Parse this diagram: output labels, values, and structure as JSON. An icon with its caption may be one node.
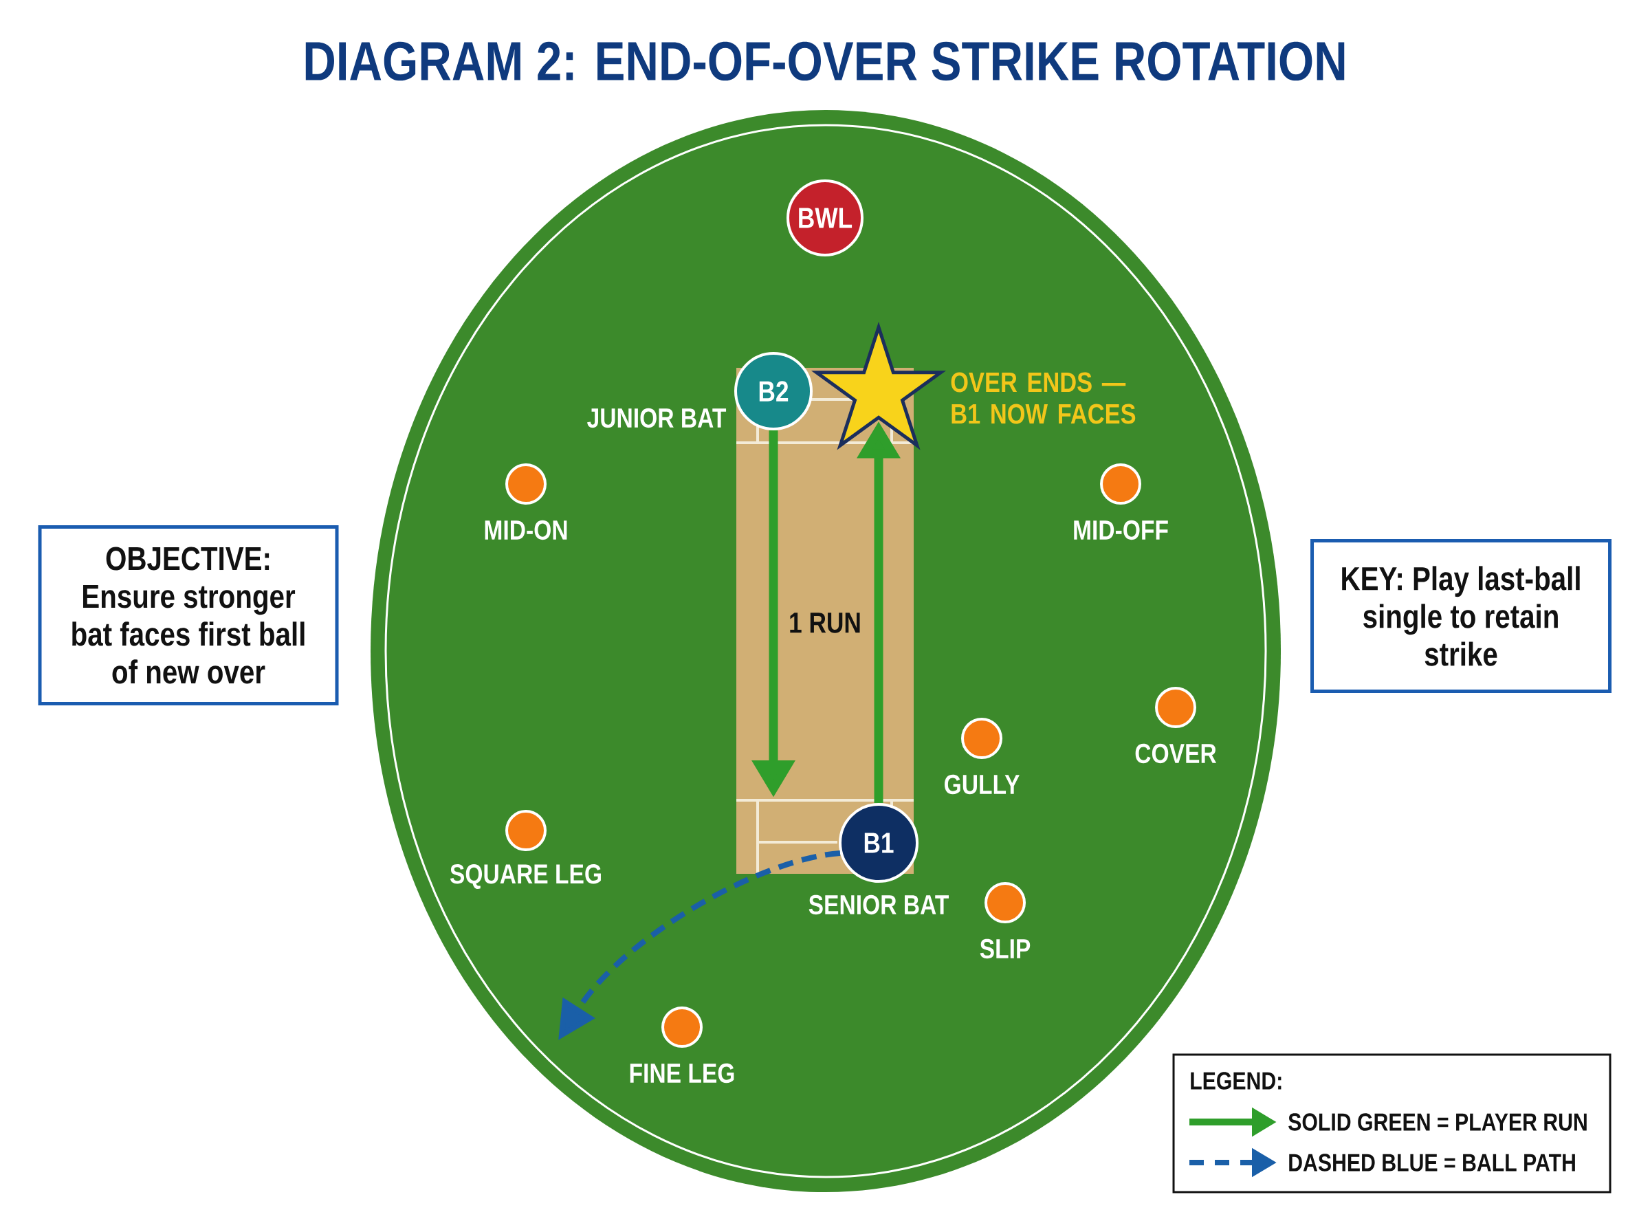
{
  "diagram": {
    "title": "DIAGRAM 2: END-OF-OVER STRIKE ROTATION",
    "nodes": [
      {
        "text": [],
        "shape": "ellipse"
      },
      {
        "text": [
          "BWL"
        ],
        "in": 0
      },
      {
        "text": [
          "B2"
        ],
        "beside": [
          "JUNIOR BAT"
        ],
        "in": 0
      },
      {
        "text": [],
        "shape": "star",
        "beside": [
          "OVER ENDS — B1 NOW FACES"
        ],
        "in": 0
      },
      {
        "text": [],
        "shape": "circle",
        "beside": [
          "MID-ON"
        ],
        "in": 0
      },
      {
        "text": [],
        "shape": "circle",
        "beside": [
          "MID-OFF"
        ],
        "in": 0
      },
      {
        "text": [],
        "shape": "circle",
        "beside": [
          "COVER"
        ],
        "in": 0
      },
      {
        "text": [],
        "shape": "circle",
        "beside": [
          "GULLY"
        ],
        "in": 0
      },
      {
        "text": [],
        "shape": "circle",
        "beside": [
          "SQUARE LEG"
        ],
        "in": 0
      },
      {
        "text": [
          "B1"
        ],
        "beside": [
          "SENIOR BAT"
        ],
        "in": 0
      },
      {
        "text": [],
        "shape": "circle",
        "beside": [
          "SLIP"
        ],
        "in": 0
      },
      {
        "text": [],
        "shape": "circle",
        "beside": [
          "FINE LEG"
        ],
        "in": 0
      },
      {
        "text": [
          "OBJECTIVE:",
          "Ensure stronger bat faces first ball of new over"
        ]
      },
      {
        "text": [
          "KEY: Play last-ball single to retain strike"
        ]
      }
    ],
    "edges": [
      {
        "from": 2,
        "to": null,
        "arrow": "to"
      },
      {
        "from": 9,
        "to": 3,
        "arrow": "to"
      },
      {
        "from": 9,
        "to": null,
        "arrow": "to",
        "style": "dashed",
        "color": "#1a5fa8"
      }
    ],
    "labels": [
      "1 RUN",
      "LEGEND:"
    ],
    "legend": [
      {
        "text": "SOLID GREEN = PLAYER RUN"
      },
      {
        "text": "DASHED BLUE = BALL PATH"
      }
    ]
  }
}
